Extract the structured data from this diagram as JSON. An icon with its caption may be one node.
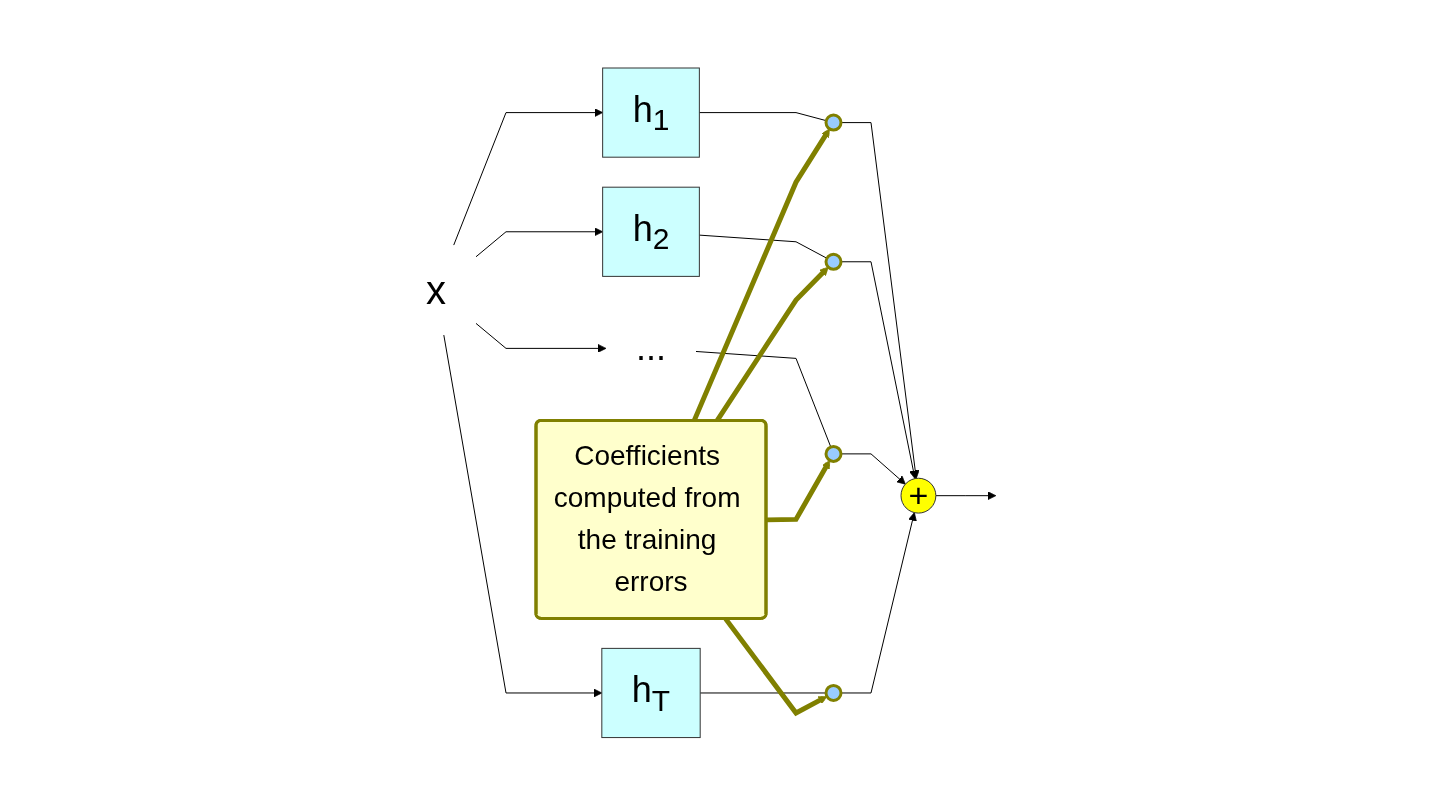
{
  "diagram": {
    "nodes": [
      {
        "text": [
          "x"
        ]
      },
      {
        "text": [
          "h$_{1}$"
        ]
      },
      {
        "text": [
          "h$_{2}$"
        ]
      },
      {
        "text": [
          "..."
        ]
      },
      {
        "text": [
          "h$_{T}$"
        ]
      },
      {
        "text": [],
        "shape": "circle"
      },
      {
        "text": [],
        "shape": "circle"
      },
      {
        "text": [],
        "shape": "circle"
      },
      {
        "text": [],
        "shape": "circle"
      },
      {
        "text": [
          "+"
        ]
      },
      {
        "text": [
          "Coefficients computed from the training errors"
        ]
      }
    ],
    "edges": [
      {
        "from": 0,
        "to": 1,
        "arrow": "to"
      },
      {
        "from": 0,
        "to": 2,
        "arrow": "to"
      },
      {
        "from": 0,
        "to": 3,
        "arrow": "to"
      },
      {
        "from": 0,
        "to": 4,
        "arrow": "to"
      },
      {
        "from": 1,
        "to": 5,
        "arrow": "none"
      },
      {
        "from": 5,
        "to": 9,
        "arrow": "to"
      },
      {
        "from": 2,
        "to": 6,
        "arrow": "none"
      },
      {
        "from": 6,
        "to": 9,
        "arrow": "to"
      },
      {
        "from": 3,
        "to": 7,
        "arrow": "none"
      },
      {
        "from": 7,
        "to": 9,
        "arrow": "to"
      },
      {
        "from": 4,
        "to": 8,
        "arrow": "none"
      },
      {
        "from": 8,
        "to": 9,
        "arrow": "to"
      },
      {
        "from": 9,
        "to": null,
        "arrow": "to"
      },
      {
        "from": 10,
        "to": 5,
        "arrow": "to",
        "style": "thick",
        "color": "#808000"
      },
      {
        "from": 10,
        "to": 6,
        "arrow": "to",
        "style": "thick",
        "color": "#808000"
      },
      {
        "from": 10,
        "to": 7,
        "arrow": "to",
        "style": "thick",
        "color": "#808000"
      },
      {
        "from": 10,
        "to": 8,
        "arrow": "to",
        "style": "thick",
        "color": "#808000"
      }
    ]
  }
}
